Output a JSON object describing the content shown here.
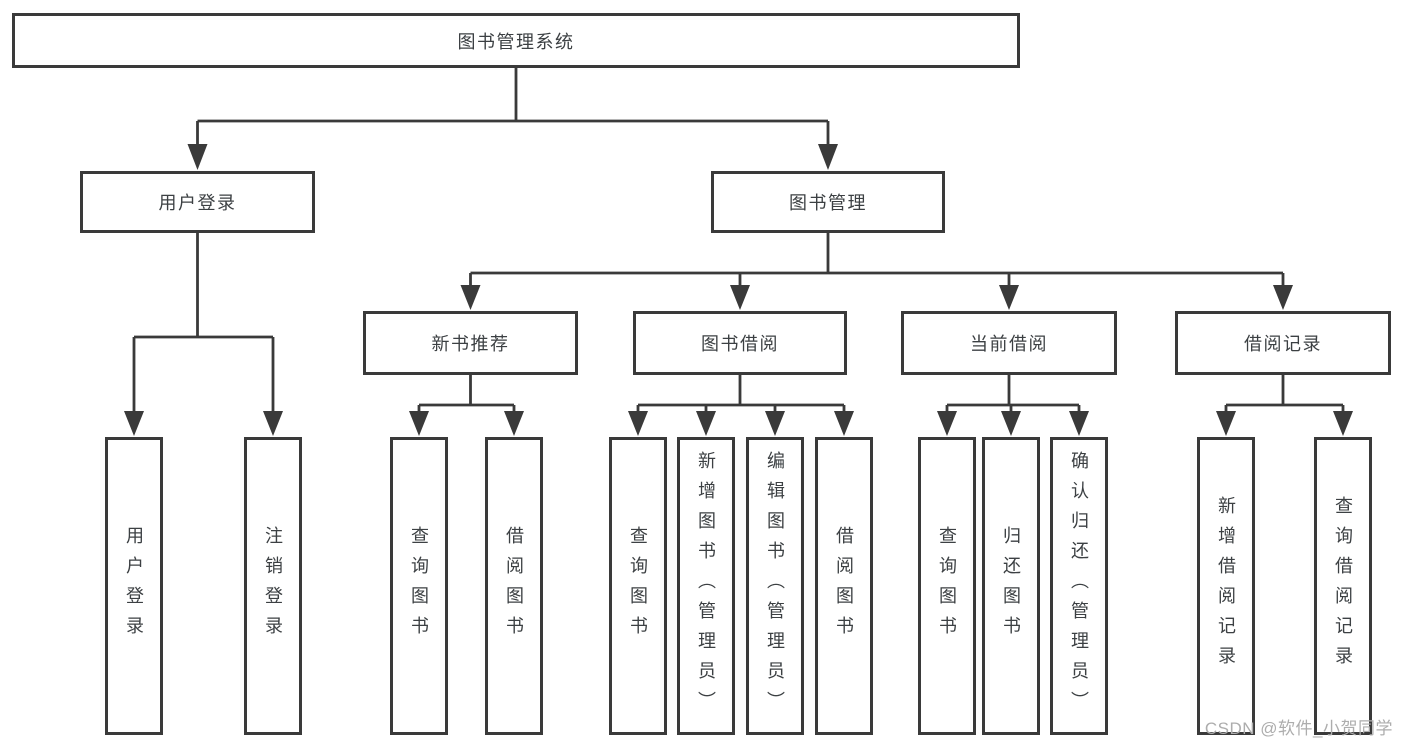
{
  "diagram": {
    "type": "hierarchy-flowchart",
    "colors": {
      "line": "#3a3a3a",
      "box_border": "#3a3a3a",
      "box_fill": "#ffffff",
      "text": "#3c4043",
      "watermark": "#adadad",
      "background": "#ffffff"
    },
    "tree": {
      "root": {
        "label": "图书管理系统"
      },
      "level2": [
        {
          "label": "用户登录",
          "children": [
            {
              "label": "用户登录"
            },
            {
              "label": "注销登录"
            }
          ]
        },
        {
          "label": "图书管理",
          "children": [
            {
              "label": "新书推荐",
              "children": [
                {
                  "label": "查询图书"
                },
                {
                  "label": "借阅图书"
                }
              ]
            },
            {
              "label": "图书借阅",
              "children": [
                {
                  "label": "查询图书"
                },
                {
                  "label": "新增图书（管理员）"
                },
                {
                  "label": "编辑图书（管理员）"
                },
                {
                  "label": "借阅图书"
                }
              ]
            },
            {
              "label": "当前借阅",
              "children": [
                {
                  "label": "查询图书"
                },
                {
                  "label": "归还图书"
                },
                {
                  "label": "确认归还（管理员）"
                }
              ]
            },
            {
              "label": "借阅记录",
              "children": [
                {
                  "label": "新增借阅记录"
                },
                {
                  "label": "查询借阅记录"
                }
              ]
            }
          ]
        }
      ]
    },
    "watermark": {
      "text": "CSDN @软件_小贺同学"
    }
  }
}
